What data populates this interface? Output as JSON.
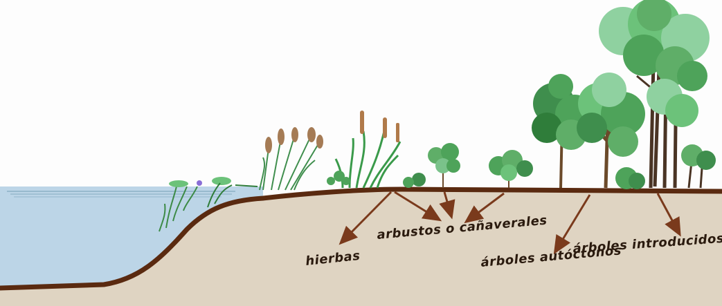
{
  "labels": {
    "hierbas": "hierbas",
    "arbustos": "arbustos o cañaverales",
    "autoctonos": "árboles autóctonos",
    "introducidos": "árboles introducidos"
  },
  "colors": {
    "water": "#bcd5e7",
    "soil": "#dfd4c2",
    "bank": "#5a2a10",
    "arrow": "#7a3a1c",
    "text": "#2a1a0e",
    "leaf_dark": "#2f7d3a",
    "leaf_mid": "#4ea35a",
    "leaf_light": "#8fd1a0",
    "trunk": "#6b4a2a"
  },
  "icons": [
    "arrow-icon",
    "tree-icon",
    "reed-icon",
    "shrub-icon",
    "aquatic-plant-icon"
  ]
}
